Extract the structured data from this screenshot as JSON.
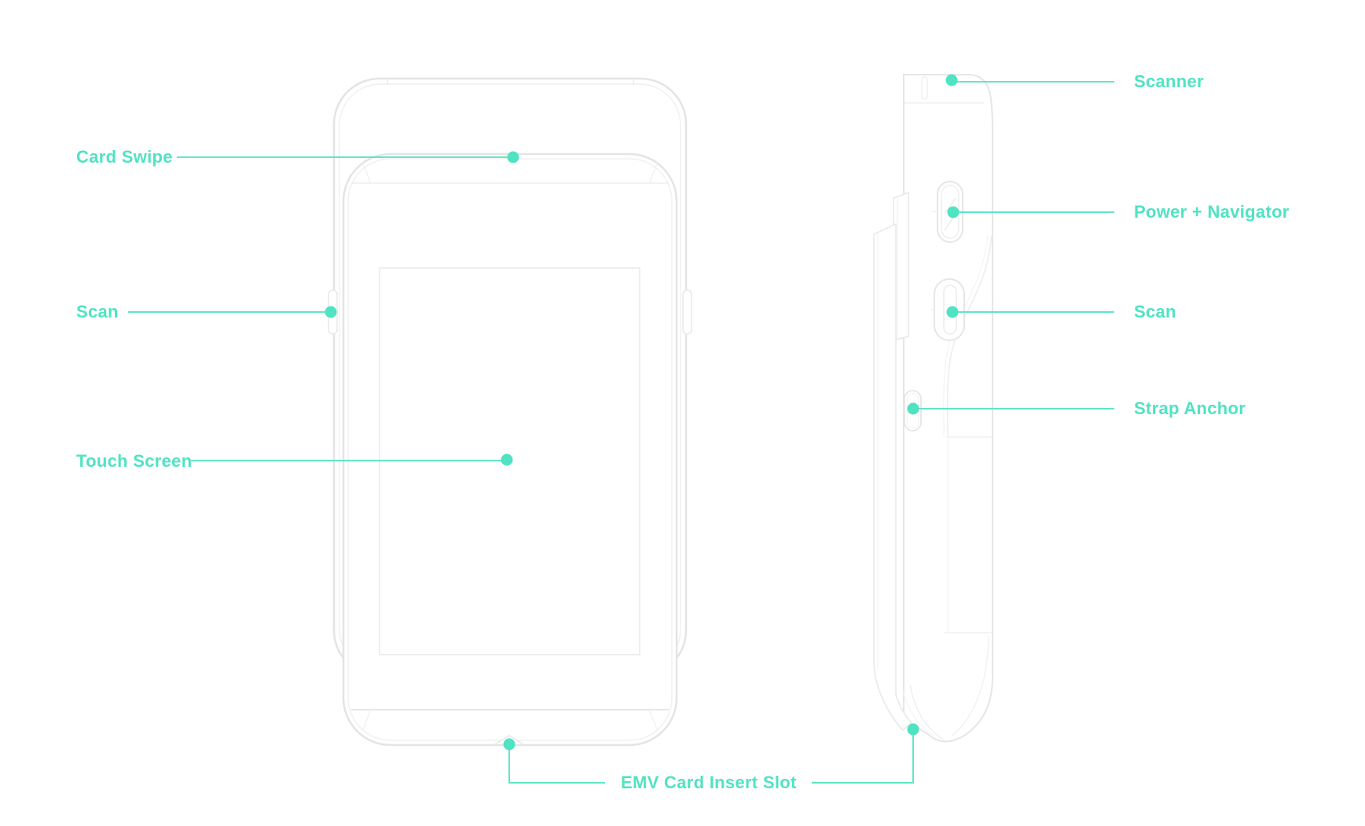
{
  "diagram_title_visible": false,
  "colors": {
    "accent": "#50E3C2",
    "outline_strong": "#e4e4e4",
    "outline_mid": "#ececec",
    "outline_light": "#f2f2f2",
    "background": "#ffffff"
  },
  "labels": {
    "card_swipe": "Card Swipe",
    "scan_left": "Scan",
    "touch_screen": "Touch Screen",
    "emv_slot": "EMV Card Insert Slot",
    "scanner": "Scanner",
    "power_navigator": "Power + Navigator",
    "scan_right": "Scan",
    "strap_anchor": "Strap Anchor"
  }
}
